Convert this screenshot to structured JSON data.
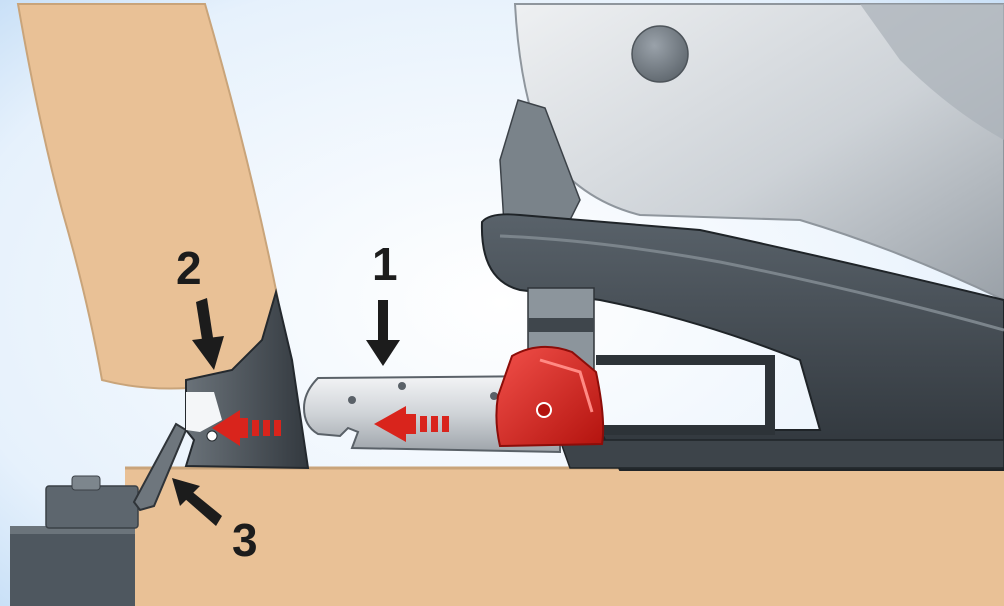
{
  "callouts": {
    "one": "1",
    "two": "2",
    "three": "3"
  },
  "colors": {
    "upholstery": "#e9c196",
    "upholstery_edge": "#c9a47a",
    "seat_gray": "#d4d8dc",
    "seat_dark": "#3b4248",
    "metal": "#cfd2d6",
    "release_button": "#d9241c",
    "motion_arrow": "#d9241c",
    "callout_arrow": "#1c1c1c",
    "border": "#bcd8f4"
  },
  "icons": {
    "push_arrows": "dashed-red-arrow-icon",
    "callout_arrows": "black-arrow-icon"
  }
}
